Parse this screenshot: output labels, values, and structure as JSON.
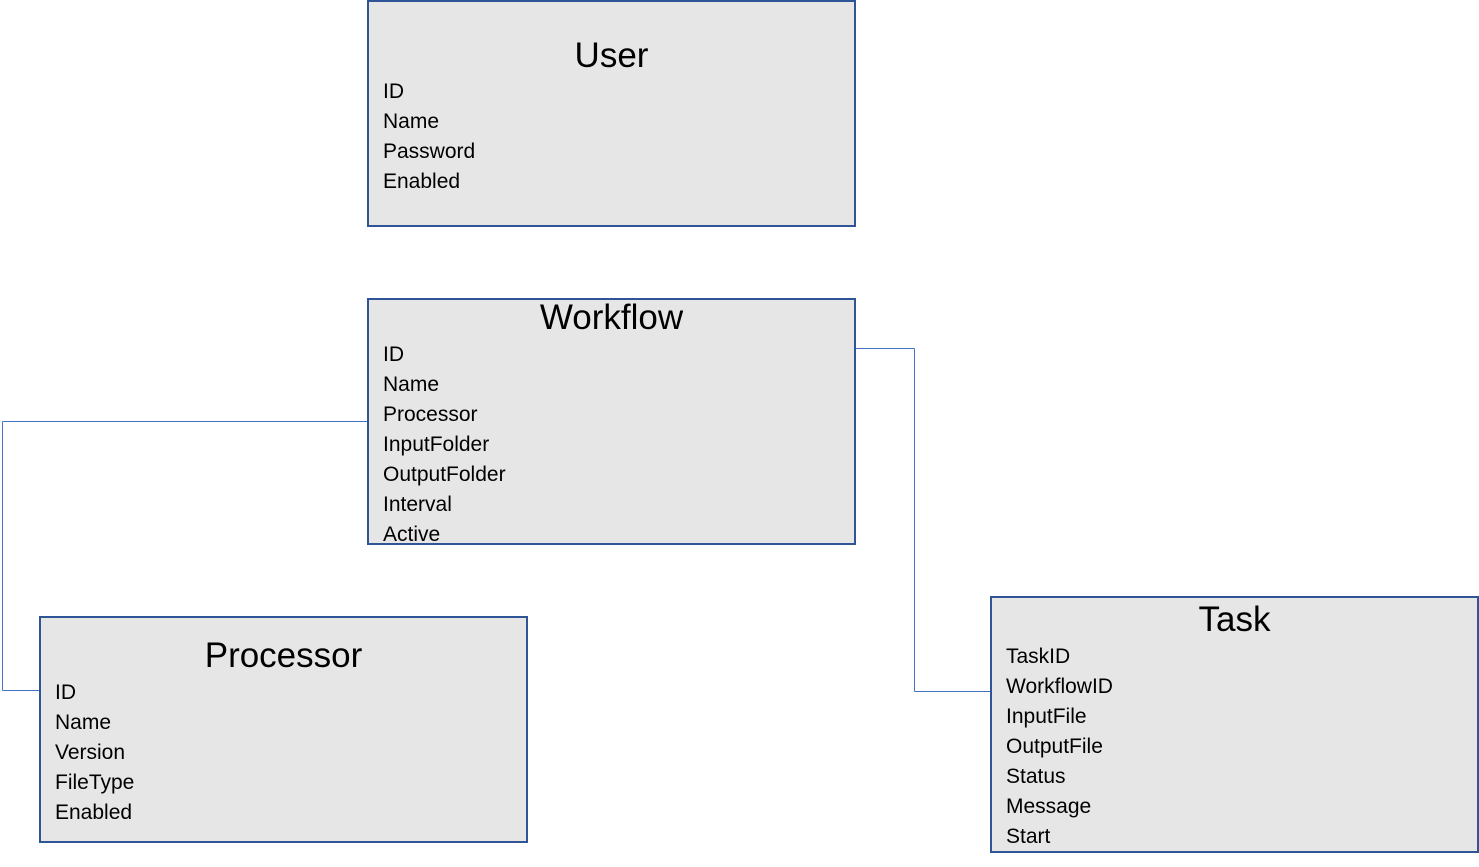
{
  "entities": {
    "user": {
      "title": "User",
      "fields": [
        "ID",
        "Name",
        "Password",
        "Enabled"
      ]
    },
    "workflow": {
      "title": "Workflow",
      "fields": [
        "ID",
        "Name",
        "Processor",
        "InputFolder",
        "OutputFolder",
        "Interval",
        "Active"
      ]
    },
    "processor": {
      "title": "Processor",
      "fields": [
        "ID",
        "Name",
        "Version",
        "FileType",
        "Enabled"
      ]
    },
    "task": {
      "title": "Task",
      "fields": [
        "TaskID",
        "WorkflowID",
        "InputFile",
        "OutputFile",
        "Status",
        "Message",
        "Start"
      ]
    }
  },
  "relationships": [
    {
      "from": "workflow.Processor",
      "to": "processor.ID"
    },
    {
      "from": "workflow.ID",
      "to": "task.WorkflowID"
    }
  ],
  "colors": {
    "box_fill": "#e6e6e6",
    "box_border": "#2f5597",
    "connector": "#4472c4"
  }
}
